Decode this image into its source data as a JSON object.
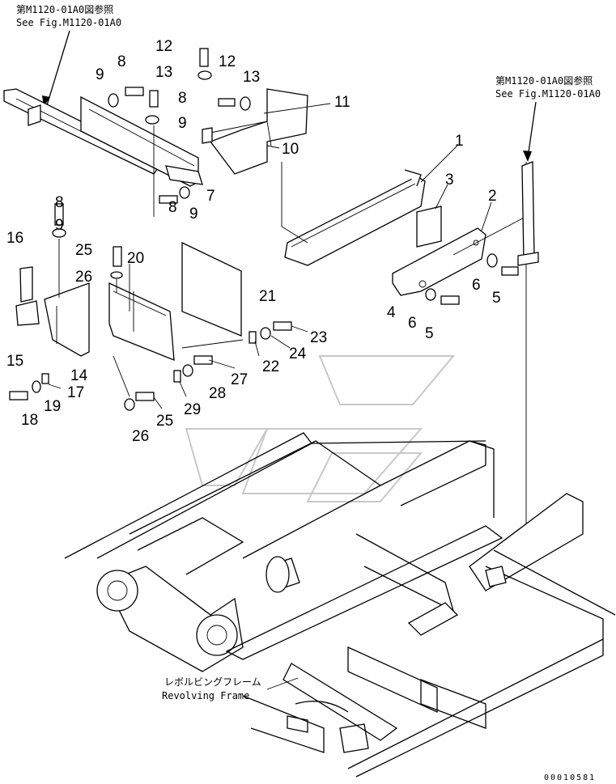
{
  "references": {
    "top_left_jp": "第M1120-01A0図参照",
    "top_left_en": "See Fig.M1120-01A0",
    "right_jp": "第M1120-01A0図参照",
    "right_en": "See Fig.M1120-01A0"
  },
  "frame_label": {
    "jp": "レボルビングフレーム",
    "en": "Revolving Frame"
  },
  "drawing_code": "00010581",
  "callouts": [
    "12",
    "13",
    "12",
    "13",
    "9",
    "8",
    "8",
    "9",
    "11",
    "10",
    "7",
    "8",
    "9",
    "1",
    "3",
    "2",
    "8",
    "9",
    "25",
    "20",
    "16",
    "26",
    "21",
    "6",
    "5",
    "4",
    "6",
    "5",
    "23",
    "24",
    "22",
    "27",
    "15",
    "14",
    "17",
    "28",
    "29",
    "18",
    "19",
    "25",
    "26"
  ]
}
